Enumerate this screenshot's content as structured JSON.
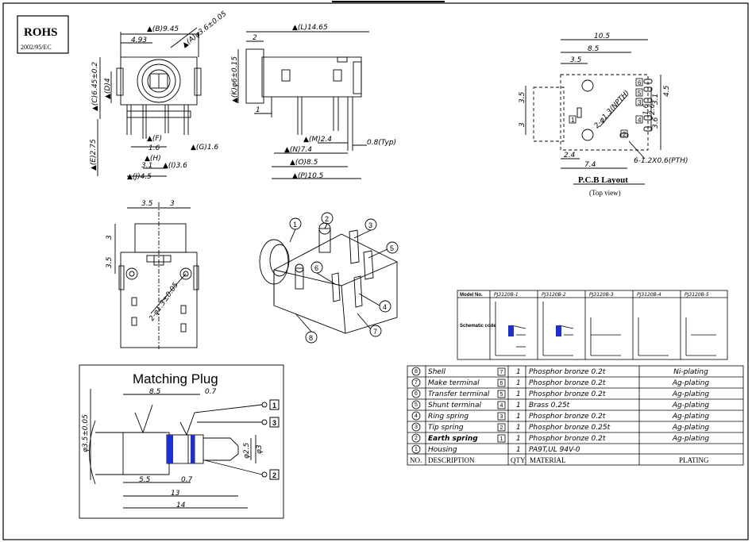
{
  "rohs": {
    "title": "ROHS",
    "directive": "2002/95/EC"
  },
  "front_view": {
    "dims": {
      "B": "▲(B)9.45",
      "w493": "4.93",
      "A": "▲(A)φ3.6±0.05",
      "C": "▲(C)6.45±0.2",
      "D": "▲(D)4",
      "E": "▲(E)2.75",
      "F": "▲(F)",
      "G": "▲(G)1.6",
      "d16": "1.6",
      "H": "▲(H)",
      "d31": "3.1",
      "I": "▲(I)3.6",
      "J": "▲(J)4.5"
    }
  },
  "side_view": {
    "dims": {
      "L": "▲(L)14.65",
      "d2": "2",
      "K": "▲(K)φ6±0.15",
      "d1": "1",
      "M": "▲(M)2.4",
      "N": "▲(N)7.4",
      "O": "▲(O)8.5",
      "P": "▲(P)10.5",
      "typ": "0.8(Typ)"
    }
  },
  "pcb": {
    "title": "P.C.B Layout",
    "subtitle": "(Top view)",
    "dims": {
      "d105": "10.5",
      "d85": "8.5",
      "d35t": "3.5",
      "d35l": "3.5",
      "d3l": "3",
      "d45": "4.5",
      "d31": "3.1",
      "d16": "1.6",
      "d26": "2.6",
      "d36": "3.6",
      "d24": "2.4",
      "d74": "7.4",
      "holes": "2-φ1.3(NPTH)",
      "pth": "6-1.2X0.6(PTH)"
    },
    "pins": [
      "1",
      "2",
      "3",
      "4",
      "5",
      "6"
    ]
  },
  "bottom_view": {
    "dims": {
      "d35": "3.5",
      "d3t": "3",
      "d3l": "3",
      "d35l": "3.5",
      "holes": "2-φ1.3±0.05"
    }
  },
  "iso_view": {
    "callouts": [
      "1",
      "2",
      "3",
      "4",
      "5",
      "6",
      "7",
      "8"
    ]
  },
  "schematic": {
    "model_label": "Model No.",
    "code_label": "Schematic code",
    "models": [
      "PJ3120B-1",
      "PJ3120B-2",
      "PJ3120B-3",
      "PJ3120B-4",
      "PJ3120B-5"
    ]
  },
  "plug": {
    "title": "Matching Plug",
    "dims": {
      "d85": "8.5",
      "d07t": "0.7",
      "dia": "φ3.5±0.05",
      "d55": "5.5",
      "d07b": "0.7",
      "d13": "13",
      "d14": "14",
      "d25": "φ2.5",
      "d3": "φ3"
    },
    "terminals": [
      "1",
      "3",
      "2"
    ]
  },
  "bom": {
    "headers": [
      "NO.",
      "DESCRIPTION",
      "QTY",
      "MATERIAL",
      "PLATING"
    ],
    "rows": [
      {
        "no": "8",
        "desc": "Shell",
        "ref": "7",
        "qty": "1",
        "material": "Phosphor bronze 0.2t",
        "plating": "Ni-plating"
      },
      {
        "no": "7",
        "desc": "Make terminal",
        "ref": "6",
        "qty": "1",
        "material": "Phosphor bronze 0.2t",
        "plating": "Ag-plating"
      },
      {
        "no": "6",
        "desc": "Transfer terminal",
        "ref": "5",
        "qty": "1",
        "material": "Phosphor bronze 0.2t",
        "plating": "Ag-plating"
      },
      {
        "no": "5",
        "desc": "Shunt terminal",
        "ref": "4",
        "qty": "1",
        "material": "Brass 0.25t",
        "plating": "Ag-plating"
      },
      {
        "no": "4",
        "desc": "Ring spring",
        "ref": "3",
        "qty": "1",
        "material": "Phosphor bronze 0.2t",
        "plating": "Ag-plating"
      },
      {
        "no": "3",
        "desc": "Tip spring",
        "ref": "2",
        "qty": "1",
        "material": "Phosphor bronze 0.25t",
        "plating": "Ag-plating"
      },
      {
        "no": "2",
        "desc": "Earth spring",
        "ref": "1",
        "qty": "1",
        "material": "Phosphor bronze 0.2t",
        "plating": "Ag-plating"
      },
      {
        "no": "1",
        "desc": "Housing",
        "ref": "",
        "qty": "1",
        "material": "PA9T,UL 94V-0",
        "plating": ""
      }
    ]
  },
  "colors": {
    "line": "#000000",
    "accent": "#1c2fd6"
  }
}
